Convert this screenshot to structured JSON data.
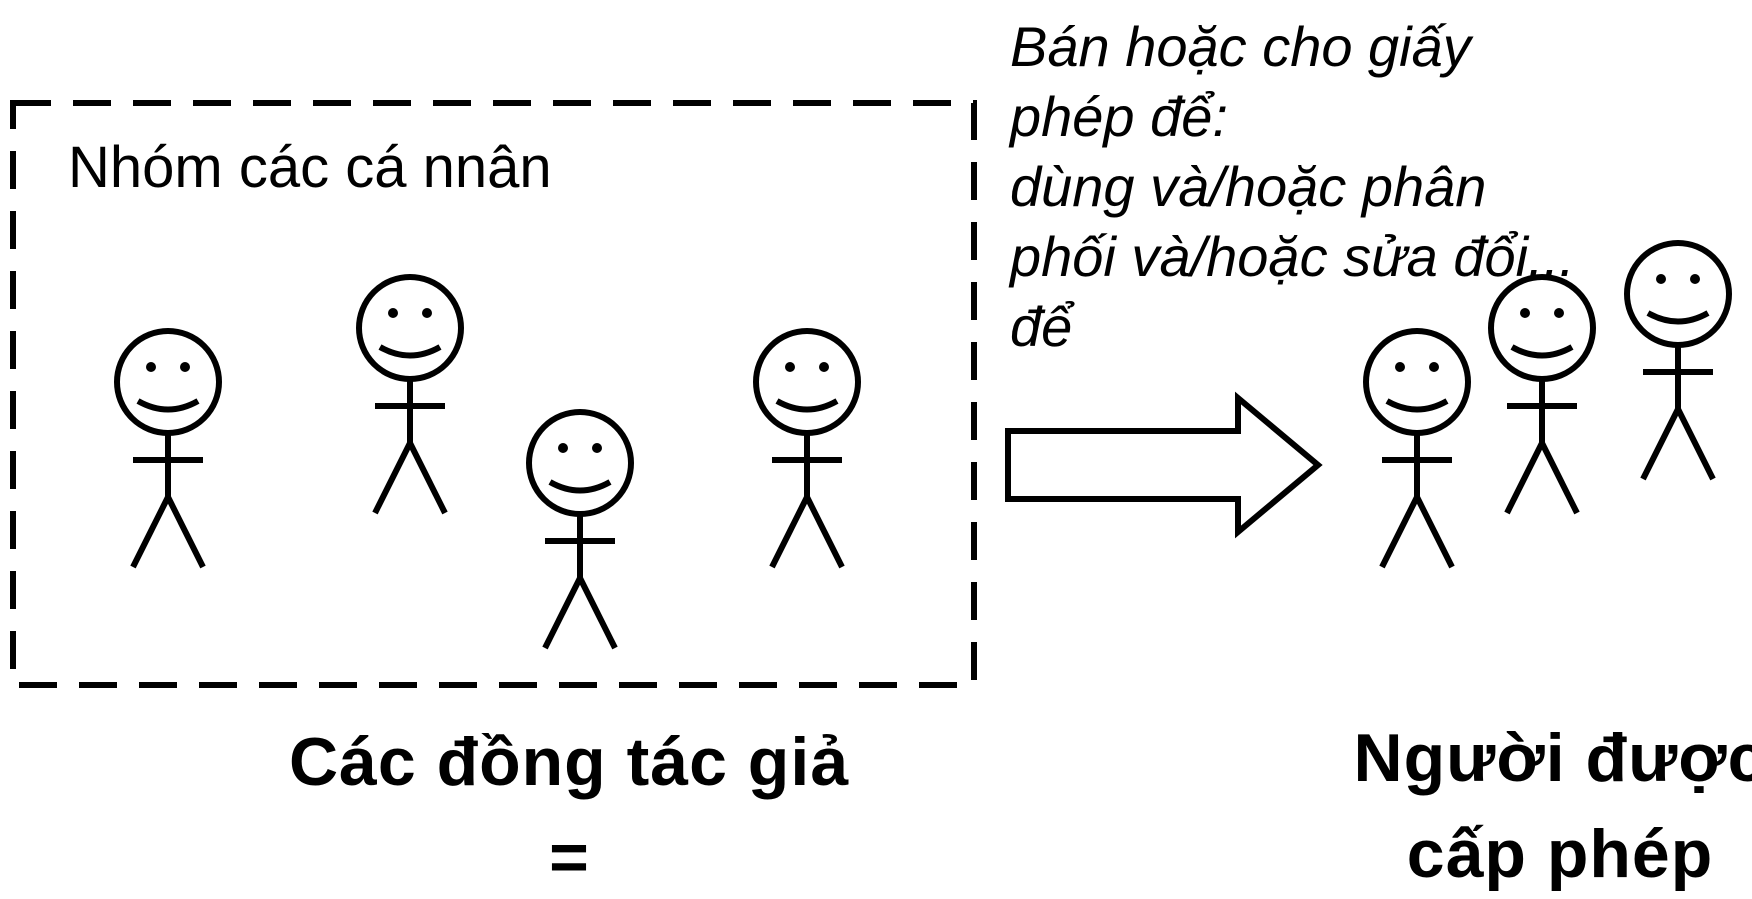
{
  "group": {
    "label": "Nhóm các cá nnân",
    "figure_count": 4
  },
  "action": {
    "text": "Bán hoặc cho giấy\nphép để:\ndùng và/hoặc phân\nphối và/hoặc sửa đổi...\nđể"
  },
  "coauthors": {
    "label": "Các đồng tác giả",
    "equals": "="
  },
  "licensees": {
    "line1": "Người được",
    "line2": "cấp phép",
    "figure_count": 3
  },
  "colors": {
    "ink": "#000000",
    "background": "#ffffff"
  },
  "icons": {
    "person": "stick-figure-icon",
    "arrow": "hollow-right-arrow-icon"
  }
}
